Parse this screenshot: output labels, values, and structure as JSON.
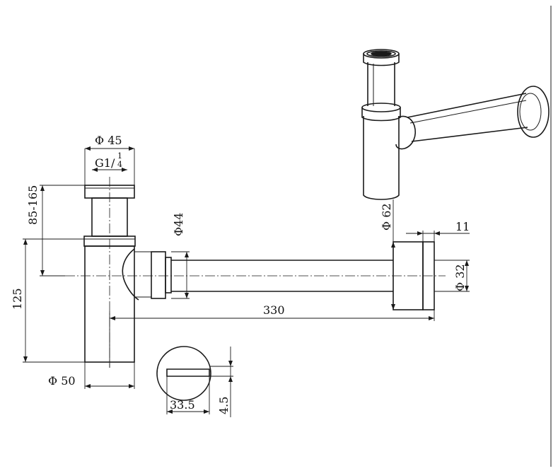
{
  "dimensions": {
    "d45": "Φ 45",
    "g_thread_prefix": "G1/",
    "g_thread_num": "1",
    "g_thread_den": "4",
    "range_85_165": "85-165",
    "d44": "Φ44",
    "h125": "125",
    "d50": "Φ 50",
    "d62": "Φ 62",
    "w11": "11",
    "d32": "Φ 32",
    "l330": "330",
    "w33_5": "33.5",
    "h4_5": "4.5"
  },
  "colors": {
    "line": "#1a1a1a",
    "background": "#ffffff"
  }
}
